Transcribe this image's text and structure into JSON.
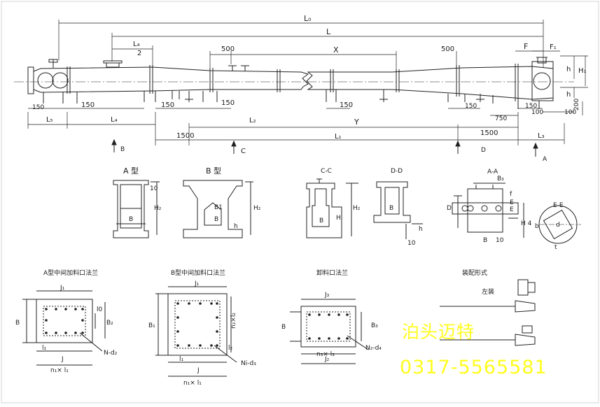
{
  "drawing": {
    "dims": {
      "L0": "L₀",
      "L": "L",
      "L4_top": "L₄",
      "two": "2",
      "d500a": "500",
      "X": "X",
      "d500b": "500",
      "F": "F",
      "F1": "F₁",
      "h_r1": "h",
      "H1": "H₁",
      "h_r2": "h",
      "d200": "200",
      "d150_1": "150",
      "d150_2": "150",
      "d150_3": "150",
      "d150_4": "150",
      "d150_5": "150",
      "d150_6": "150",
      "d150_7": "150",
      "d100a": "100",
      "d100b": "100",
      "d750": "750",
      "d1500a": "1500",
      "d1500b": "1500",
      "L5": "L₅",
      "L4_bot": "L₄",
      "L2": "L₂",
      "Y": "Y",
      "L1": "L₁",
      "L3": "L₃"
    },
    "views": {
      "B": "B",
      "C": "C",
      "D": "D",
      "A": "A"
    },
    "sections": {
      "a_title": "A 型",
      "b_title": "B 型",
      "cc_title": "C-C",
      "dd_title": "D-D",
      "aa_title": "A-A",
      "ee_title": "E-E",
      "a_H2": "H₂",
      "a_10": "10",
      "a_B": "B",
      "b_H2": "H₂",
      "b_B1": "B1",
      "b_B": "B",
      "b_h": "h",
      "cc_H2": "H₂",
      "cc_H": "H",
      "cc_B": "B",
      "dd_B": "B",
      "dd_h": "h",
      "dd_10": "10",
      "aa_B3": "B₃",
      "aa_f": "f",
      "aa_E1": "E",
      "aa_E2": "E",
      "aa_D": "D",
      "aa_B": "B",
      "aa_10": "10",
      "aa_H4": "H 4",
      "ee_b": "b",
      "ee_d": "d",
      "ee_t": "t"
    },
    "flanges": {
      "a_caption": "A型中间加料口法兰",
      "b_caption": "B型中间加料口法兰",
      "d_caption": "卸料口法兰",
      "asm_caption": "装配形式",
      "a_J1": "J₁",
      "a_B": "B",
      "a_l0": "l0",
      "a_B2": "B₂",
      "a_l1": "l₁",
      "a_J": "J",
      "a_n1l1": "n₁× l₁",
      "a_Nd2": "N-d₂",
      "b_J1": "J₁",
      "b_B1": "B₁",
      "b_n2l2": "n₂×l₂",
      "b_l2": "l₂",
      "b_l1": "l₁",
      "b_J": "J",
      "b_n1l1": "n₁× l₁",
      "b_Nid3": "Ni-d₃",
      "d_J3": "J₃",
      "d_B": "B",
      "d_B3": "B₃",
      "d_J2": "J₂",
      "d_n3l3": "n₃× l₃",
      "d_N2d4": "N₂-d₄",
      "asm_left": "左装"
    }
  },
  "watermark": {
    "company": "泊头迈特",
    "phone": "0317-5565581",
    "color": "#ffff20"
  }
}
